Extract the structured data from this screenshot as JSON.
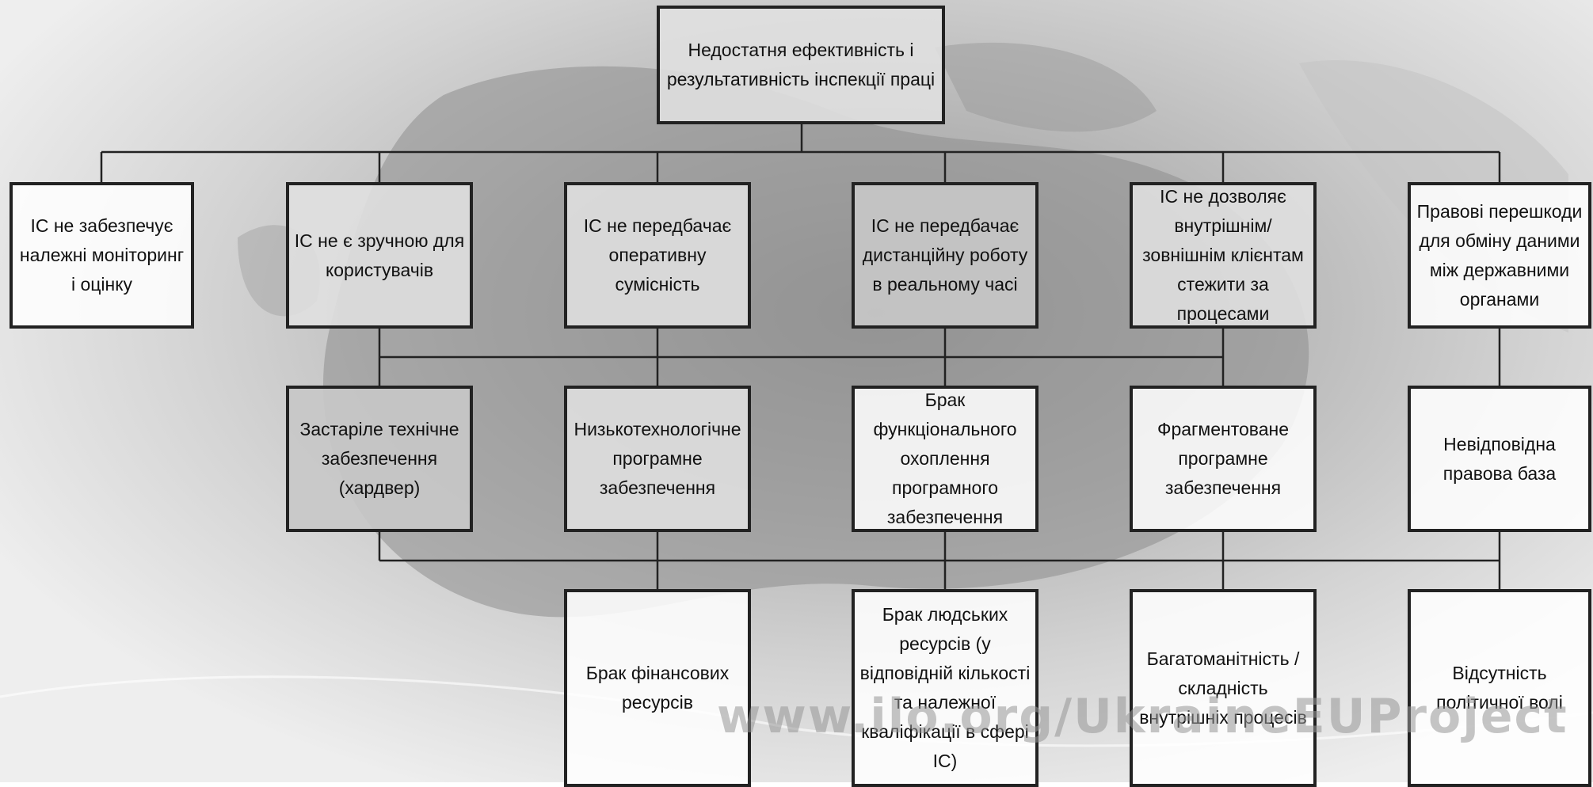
{
  "root": "Недостатня ефективність і результативність інспекції праці",
  "level1": [
    "ІС не забезпечує належні моніторинг і оцінку",
    "ІС не є зручною для користувачів",
    "ІС не передбачає оперативну сумісність",
    "ІС не передбачає дистанційну роботу в реальному часі",
    "ІС не дозволяє внутрішнім/зовнішнім клієнтам стежити за процесами",
    "Правові перешкоди для обміну даними між державними органами"
  ],
  "level2": [
    "Застаріле технічне забезпечення (хардвер)",
    "Низькотехнологічне програмне забезпечення",
    "Брак функціонального охоплення програмного забезпечення",
    "Фрагментоване програмне забезпечення",
    "Невідповідна правова база"
  ],
  "level3": [
    "Брак фінансових ресурсів",
    "Брак людських ресурсів (у відповідній кількості та належної кваліфікації в сфері ІС)",
    "Багатоманітність / складність внутрішніх процесів",
    "Відсутність політичної волі"
  ],
  "watermark": "www.ilo.org/UkraineEUProject"
}
